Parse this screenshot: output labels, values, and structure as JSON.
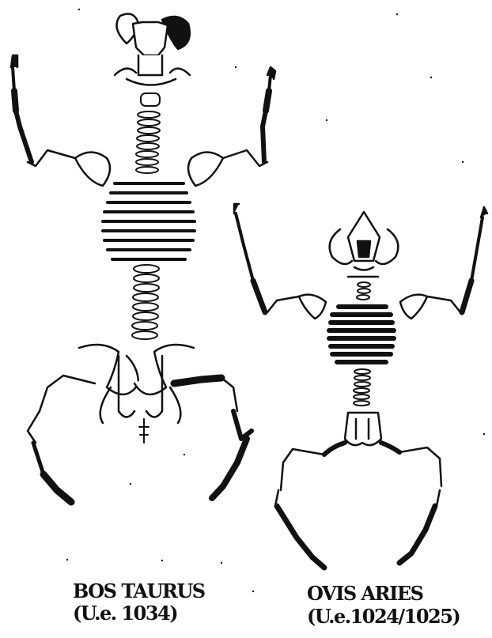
{
  "specimens": [
    {
      "name": "BOS TAURUS",
      "catalog": "(U.e. 1034)"
    },
    {
      "name": "OVIS ARIES",
      "catalog": "(U.e.1024/1025)"
    }
  ],
  "colors": {
    "ink": "#111111",
    "background": "#ffffff"
  }
}
